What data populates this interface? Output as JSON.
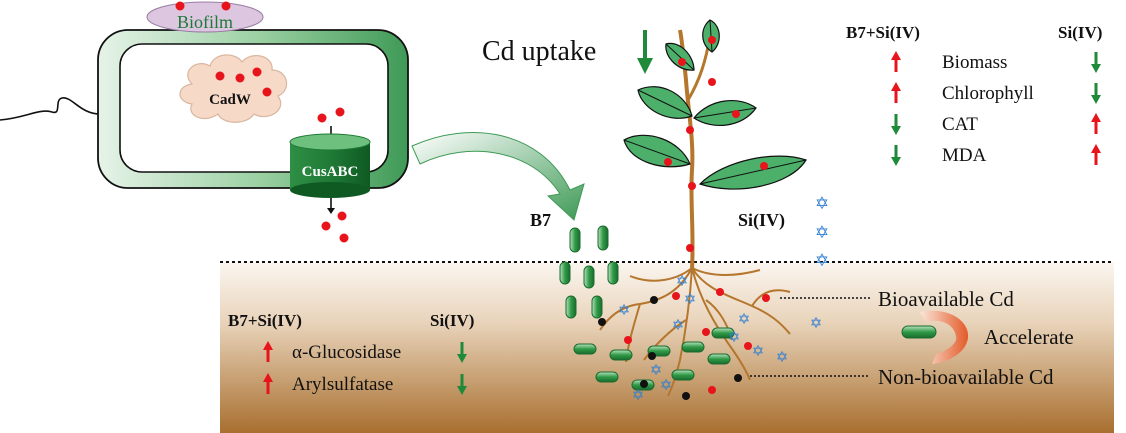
{
  "bacterium": {
    "biofilm_label": "Biofilm",
    "cadw_label": "CadW",
    "cusabc_label": "CusABC"
  },
  "plant": {
    "cd_uptake_label": "Cd uptake",
    "b7_label": "B7",
    "si_label": "Si(IV)"
  },
  "plant_table": {
    "header_left": "B7+Si(IV)",
    "header_right": "Si(IV)",
    "rows": [
      {
        "label": "Biomass",
        "left": "up",
        "right": "down"
      },
      {
        "label": "Chlorophyll",
        "left": "up",
        "right": "down"
      },
      {
        "label": "CAT",
        "left": "down",
        "right": "up"
      },
      {
        "label": "MDA",
        "left": "down",
        "right": "up"
      }
    ]
  },
  "soil_table": {
    "header_left": "B7+Si(IV)",
    "header_right": "Si(IV)",
    "rows": [
      {
        "label": "α-Glucosidase",
        "left": "up",
        "right": "down"
      },
      {
        "label": "Arylsulfatase",
        "left": "up",
        "right": "down"
      }
    ]
  },
  "soil_labels": {
    "bioavailable": "Bioavailable Cd",
    "accelerate": "Accelerate",
    "non_bioavailable": "Non-bioavailable Cd"
  },
  "colors": {
    "cd_dot": "#e8141b",
    "up_arrow": "#e8141b",
    "down_arrow": "#1e8a3a",
    "bacteria_green": "#2f9a47",
    "leaf_green": "#4caf6a",
    "root_brown": "#b5762d",
    "soil_top": "#ffffff",
    "soil_bottom": "#a86f2f",
    "si_star": "#2f7fd0",
    "biofilm_fill": "#dcc6e0"
  }
}
